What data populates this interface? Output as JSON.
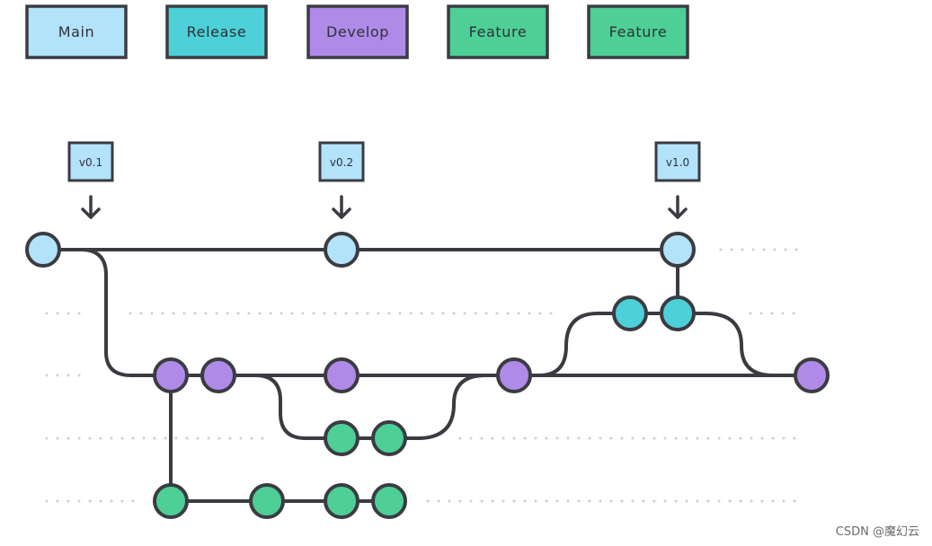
{
  "colors": {
    "main": "#b3e2fb",
    "release": "#4dd0d7",
    "develop": "#b08ae8",
    "feature": "#4dcf96",
    "stroke": "#3a3c42",
    "dots": "#cfcfcf"
  },
  "legend": [
    {
      "label": "Main",
      "color": "main"
    },
    {
      "label": "Release",
      "color": "release"
    },
    {
      "label": "Develop",
      "color": "develop"
    },
    {
      "label": "Feature",
      "color": "feature"
    },
    {
      "label": "Feature",
      "color": "feature"
    }
  ],
  "tags": [
    {
      "label": "v0.1"
    },
    {
      "label": "v0.2"
    },
    {
      "label": "v1.0"
    }
  ],
  "watermark": "CSDN @魔幻云"
}
